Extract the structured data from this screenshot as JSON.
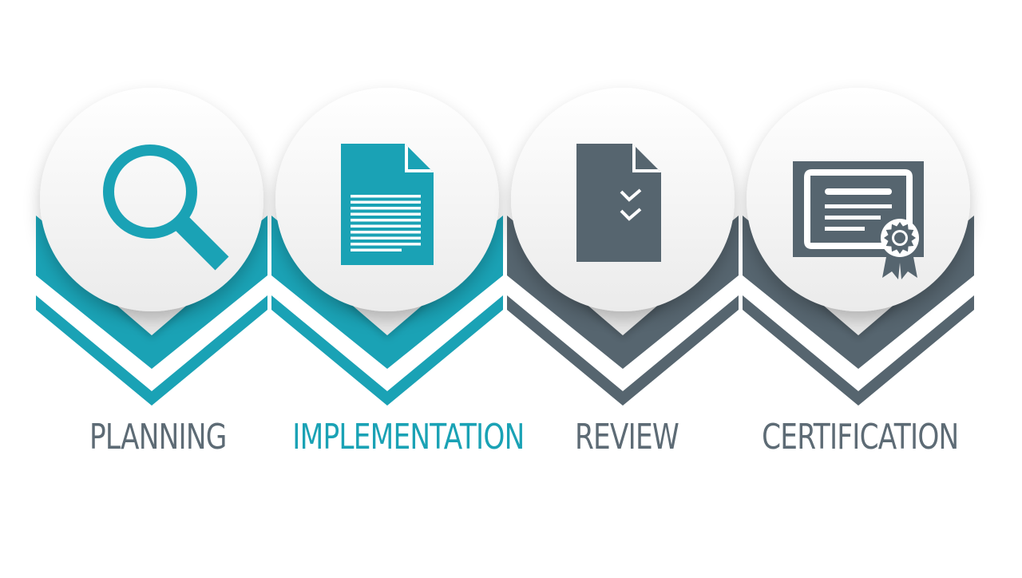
{
  "steps": [
    {
      "label": "PLANNING",
      "icon": "magnifying-glass-icon",
      "color": "#1aa2b5",
      "label_color": "#5d6b75"
    },
    {
      "label": "IMPLEMENTATION",
      "icon": "document-icon",
      "color": "#1aa2b5",
      "label_color": "#1aa2b5"
    },
    {
      "label": "REVIEW",
      "icon": "checklist-document-icon",
      "color": "#56656f",
      "label_color": "#5d6b75"
    },
    {
      "label": "CERTIFICATION",
      "icon": "certificate-icon",
      "color": "#56656f",
      "label_color": "#5d6b75"
    }
  ]
}
